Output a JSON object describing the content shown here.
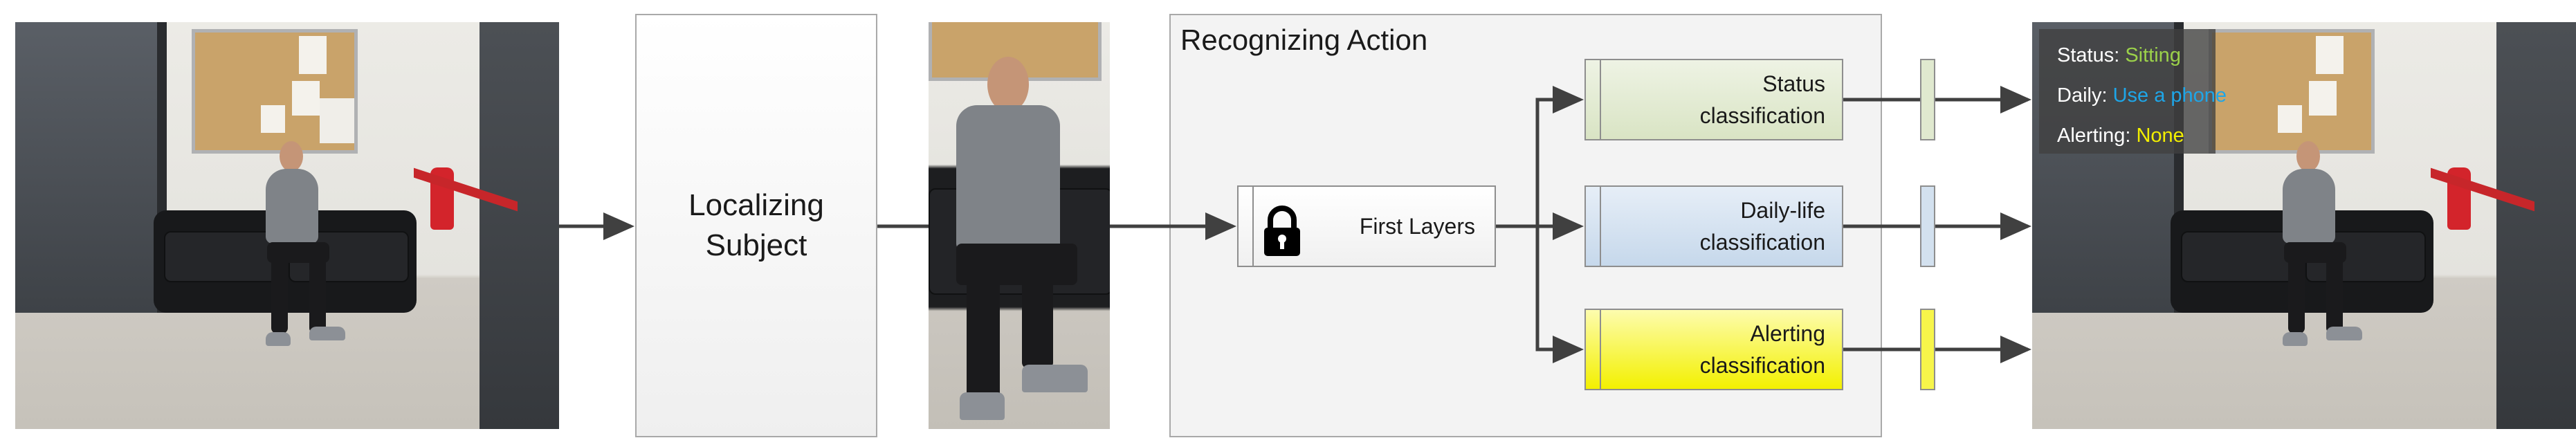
{
  "stages": {
    "localize_label": "Localizing\nSubject",
    "recognize_title": "Recognizing Action",
    "first_layers_label": "First Layers"
  },
  "classifiers": [
    {
      "label": "Status\nclassification",
      "color": "#d9e4c4",
      "color_top": "#eef3e4"
    },
    {
      "label": "Daily-life\nclassification",
      "color": "#c6d8eb",
      "color_top": "#e6eef7"
    },
    {
      "label": "Alerting\nclassification",
      "color": "#f3f000",
      "color_top": "#fdfcae"
    }
  ],
  "output": {
    "status_key": "Status:",
    "status_value": "Sitting",
    "status_color": "#9bd14a",
    "daily_key": "Daily:",
    "daily_value": "Use a phone",
    "daily_color": "#1ea6e8",
    "alert_key": "Alerting:",
    "alert_value": "None",
    "alert_color": "#f2ee00"
  },
  "colors": {
    "arrow": "#404040",
    "box_border": "#a9a9a9"
  },
  "icons": {
    "lock": "lock-icon"
  }
}
